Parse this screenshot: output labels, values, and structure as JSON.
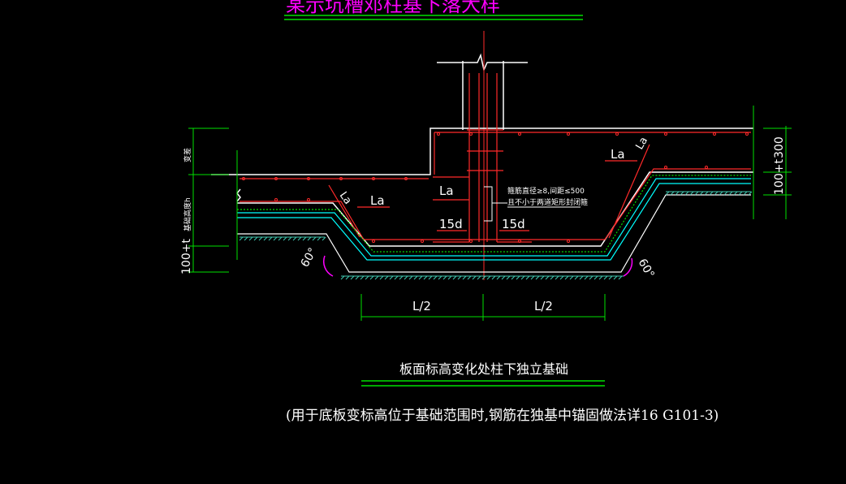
{
  "title": "某示坑槽邓柱基下落大样",
  "labels": {
    "la_left": "La",
    "la_center": "La",
    "la_right": "La",
    "la_diag_left": "La",
    "la_diag_right": "La",
    "d15_left": "15d",
    "d15_right": "15d",
    "stirrup_line1": "箍筋直径≥8,间距≤500",
    "stirrup_line2": "且不小于两道矩形封闭箍",
    "angle_left": "60°",
    "angle_right": "60°",
    "half_left": "L/2",
    "half_right": "L/2",
    "dim_top_left": "变差",
    "dim_mid_left": "基础高度h",
    "dim_bot_left": "100+t",
    "dim_top_right": "300",
    "dim_bot_right": "100+t"
  },
  "caption": {
    "main": "板面标高变化处柱下独立基础",
    "sub": "(用于底板变标高位于基础范围时,钢筋在独基中锚固做法详16 G101-3)"
  },
  "colors": {
    "background": "#000000",
    "concrete": "#ffffff",
    "rebar": "#ff2a2a",
    "dimension": "#00e000",
    "hatch": "#40c8b0",
    "cyan": "#00ffff",
    "title": "#ff00ff",
    "angle": "#ff00ff",
    "text": "#ffffff"
  }
}
